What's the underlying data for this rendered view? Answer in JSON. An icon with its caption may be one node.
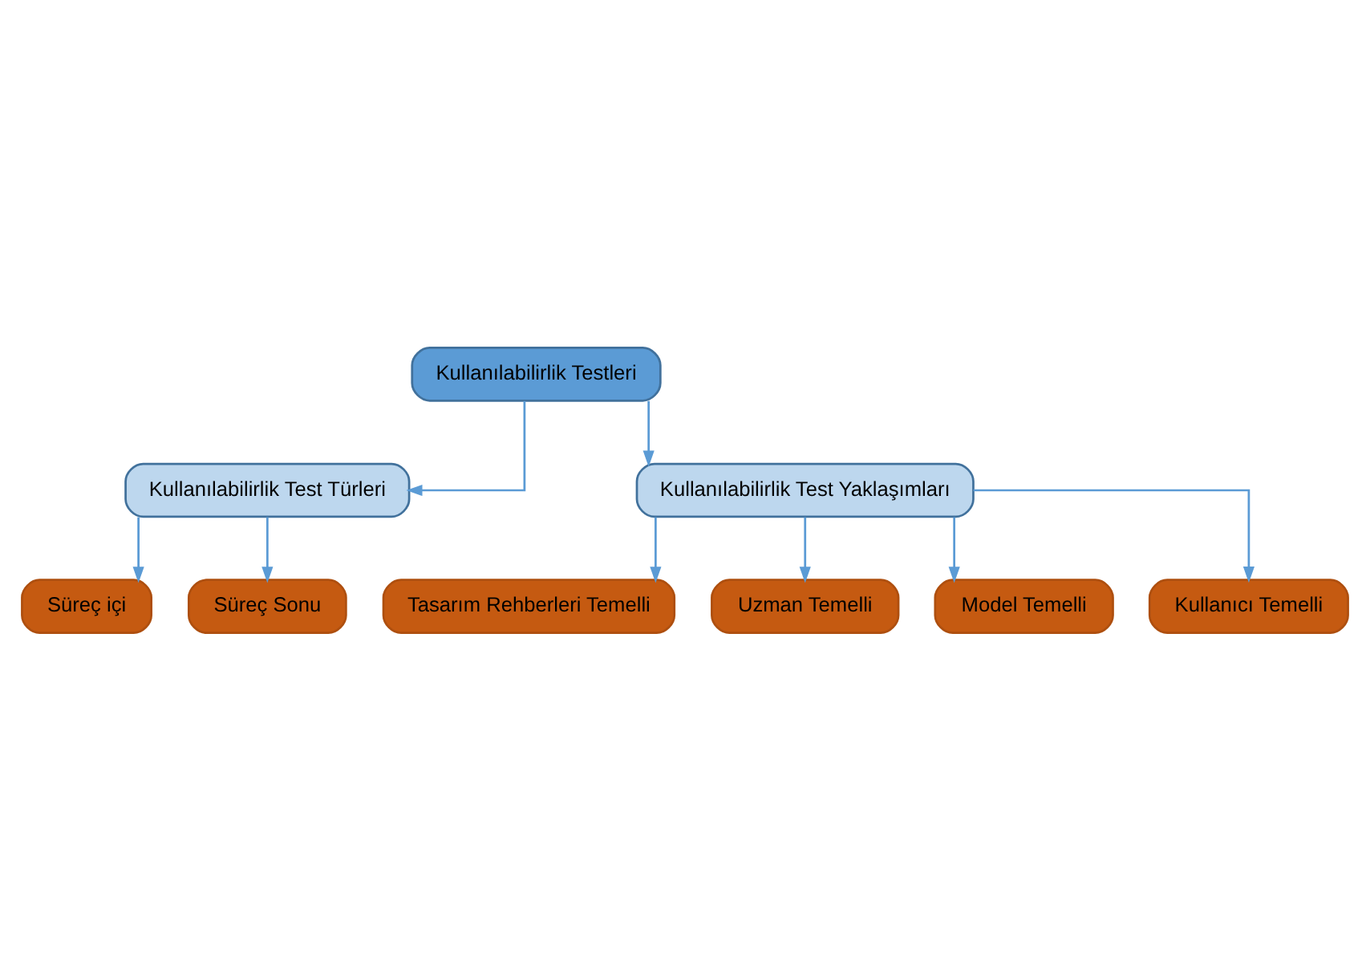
{
  "diagram": {
    "nodes": [
      {
        "text": [
          "Kullanılabilirlik Testleri"
        ]
      },
      {
        "text": [
          "Kullanılabilirlik Test Türleri"
        ]
      },
      {
        "text": [
          "Kullanılabilirlik Test Yaklaşımları"
        ]
      },
      {
        "text": [
          "Süreç içi"
        ]
      },
      {
        "text": [
          "Süreç Sonu"
        ]
      },
      {
        "text": [
          "Tasarım Rehberleri Temelli"
        ]
      },
      {
        "text": [
          "Uzman Temelli"
        ]
      },
      {
        "text": [
          "Model Temelli"
        ]
      },
      {
        "text": [
          "Kullanıcı Temelli"
        ]
      }
    ],
    "edges": [
      {
        "from": 0,
        "to": 1,
        "arrow": "to"
      },
      {
        "from": 0,
        "to": 2,
        "arrow": "to"
      },
      {
        "from": 1,
        "to": 3,
        "arrow": "to"
      },
      {
        "from": 1,
        "to": 4,
        "arrow": "to"
      },
      {
        "from": 2,
        "to": 5,
        "arrow": "to"
      },
      {
        "from": 2,
        "to": 6,
        "arrow": "to"
      },
      {
        "from": 2,
        "to": 7,
        "arrow": "to"
      },
      {
        "from": 2,
        "to": 8,
        "arrow": "to"
      }
    ]
  }
}
